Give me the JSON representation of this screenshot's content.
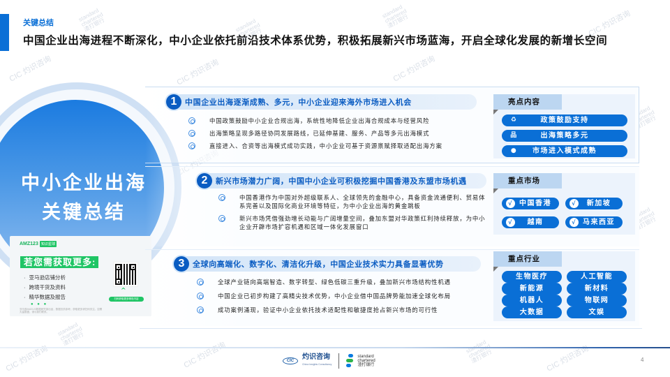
{
  "header": {
    "section_label": "关键总结",
    "headline": "中国企业出海进程不断深化，中小企业依托前沿技术体系优势，积极拓展新兴市场蓝海，开启全球化发展的新增长空间"
  },
  "hero": {
    "title_line1": "中小企业出海",
    "title_line2": "关键总结"
  },
  "promo": {
    "brand": "AMZ123",
    "brand_tag": "知识星球",
    "cta": "若您需获取更多:",
    "items": [
      "亚马逊店铺分析",
      "跨境干货及资料",
      "精华数据及报告"
    ],
    "dots": "● ● ●",
    "fine_print": "亚马逊AMZ123数据研究部出品，数据仅供参考；获取更多请扫码关注，如需大量数据，请与我们联系。",
    "qr_button": "扫码获取更多精彩内容"
  },
  "sections": [
    {
      "number": "1",
      "title": "中国企业出海逐渐成熟、多元，中小企业迎来海外市场进入机会",
      "bullets": [
        "中国政策鼓励中小企业合规出海，系统性地降低企业出海合规成本与经营风险",
        "出海策略呈现多路径协同发展路线，已延伸基建、服务、产品等多元出海模式",
        "直接进入、合资等出海模式成功实践，中小企业可基于资源禀赋择取适配出海方案"
      ],
      "side": {
        "tab": "亮点内容",
        "pills": [
          {
            "icon": "policy-icon",
            "glyph": "♻",
            "label": "政策鼓励支持"
          },
          {
            "icon": "org-chart-icon",
            "glyph": "品",
            "label": "出海策略多元"
          },
          {
            "icon": "lightbulb-icon",
            "glyph": "💡",
            "label": "市场进入模式成熟"
          }
        ]
      }
    },
    {
      "number": "2",
      "title": "新兴市场潜力广阔，中国中小企业可积极挖掘中国香港及东盟市场机遇",
      "bullets": [
        "中国香港作为中国对外超级联系人、全球领先的金融中心，具备资金流通便利、贸易体系完善以及国际化商业环境等特征，为中小企业出海的黄金跳板",
        "新兴市场凭借强劲增长动能与广阔增量空间，叠加东盟对华政策红利持续释放，为中小企业开辟市场扩容机遇和区域一体化发展窗口"
      ],
      "side": {
        "tab": "重点市场",
        "pills": [
          {
            "icon": "check-icon",
            "glyph": "√",
            "label": "中国香港"
          },
          {
            "icon": "check-icon",
            "glyph": "√",
            "label": "新加坡"
          },
          {
            "icon": "check-icon",
            "glyph": "√",
            "label": "越南"
          },
          {
            "icon": "check-icon",
            "glyph": "√",
            "label": "马来西亚"
          }
        ]
      }
    },
    {
      "number": "3",
      "title": "全球向高端化、数字化、清洁化升级，中国企业技术实力具备显著优势",
      "bullets": [
        "全球产业链向高端智造、数字转型、绿色低碳三重升级，叠加新兴市场结构性机遇",
        "中国企业已初步构建了高精尖技术优势，中小企业借中国品牌势能加速全球化布局",
        "成功案例涌现，验证中小企业依托技术适配性和敏捷度抢占新兴市场的可行性"
      ],
      "side": {
        "tab": "重点行业",
        "pills": [
          {
            "label": "生物医疗"
          },
          {
            "label": "人工智能"
          },
          {
            "label": "新能源"
          },
          {
            "label": "新材料"
          },
          {
            "label": "机器人"
          },
          {
            "label": "物联网"
          },
          {
            "label": "大数据"
          },
          {
            "label": "文娱"
          }
        ]
      }
    }
  ],
  "footer": {
    "cic_mark": "CIC",
    "cic_name": "灼识咨询",
    "cic_sub": "China Insights Consultancy",
    "sc_name_line1": "standard",
    "sc_name_line2": "chartered",
    "sc_name_line3": "渣打银行",
    "page_number": "4"
  },
  "watermark": {
    "cic": "CIC 灼识咨询",
    "sc": "standard chartered 渣打银行"
  },
  "colors": {
    "accent": "#0a6fd6",
    "section_title": "#0a5cc2",
    "pill": "#0a6fd6",
    "side_tab": "#bcd6f1",
    "promo_green": "#1fc565"
  }
}
